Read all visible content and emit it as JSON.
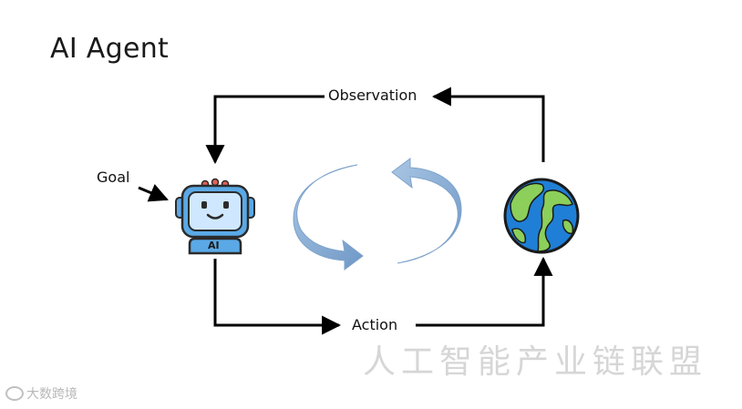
{
  "title": "AI Agent",
  "labels": {
    "observation": "Observation",
    "action": "Action",
    "goal": "Goal"
  },
  "robot": {
    "badge": "AI"
  },
  "watermark": "人工智能产业链联盟",
  "corner_watermark": "大数跨境",
  "colors": {
    "robot_body": "#5aa9e6",
    "robot_outline": "#2b2b2b",
    "cycle_arrow": "#8fb4d9",
    "earth_ocean": "#1f7fd6",
    "earth_land": "#8ccf5a"
  }
}
